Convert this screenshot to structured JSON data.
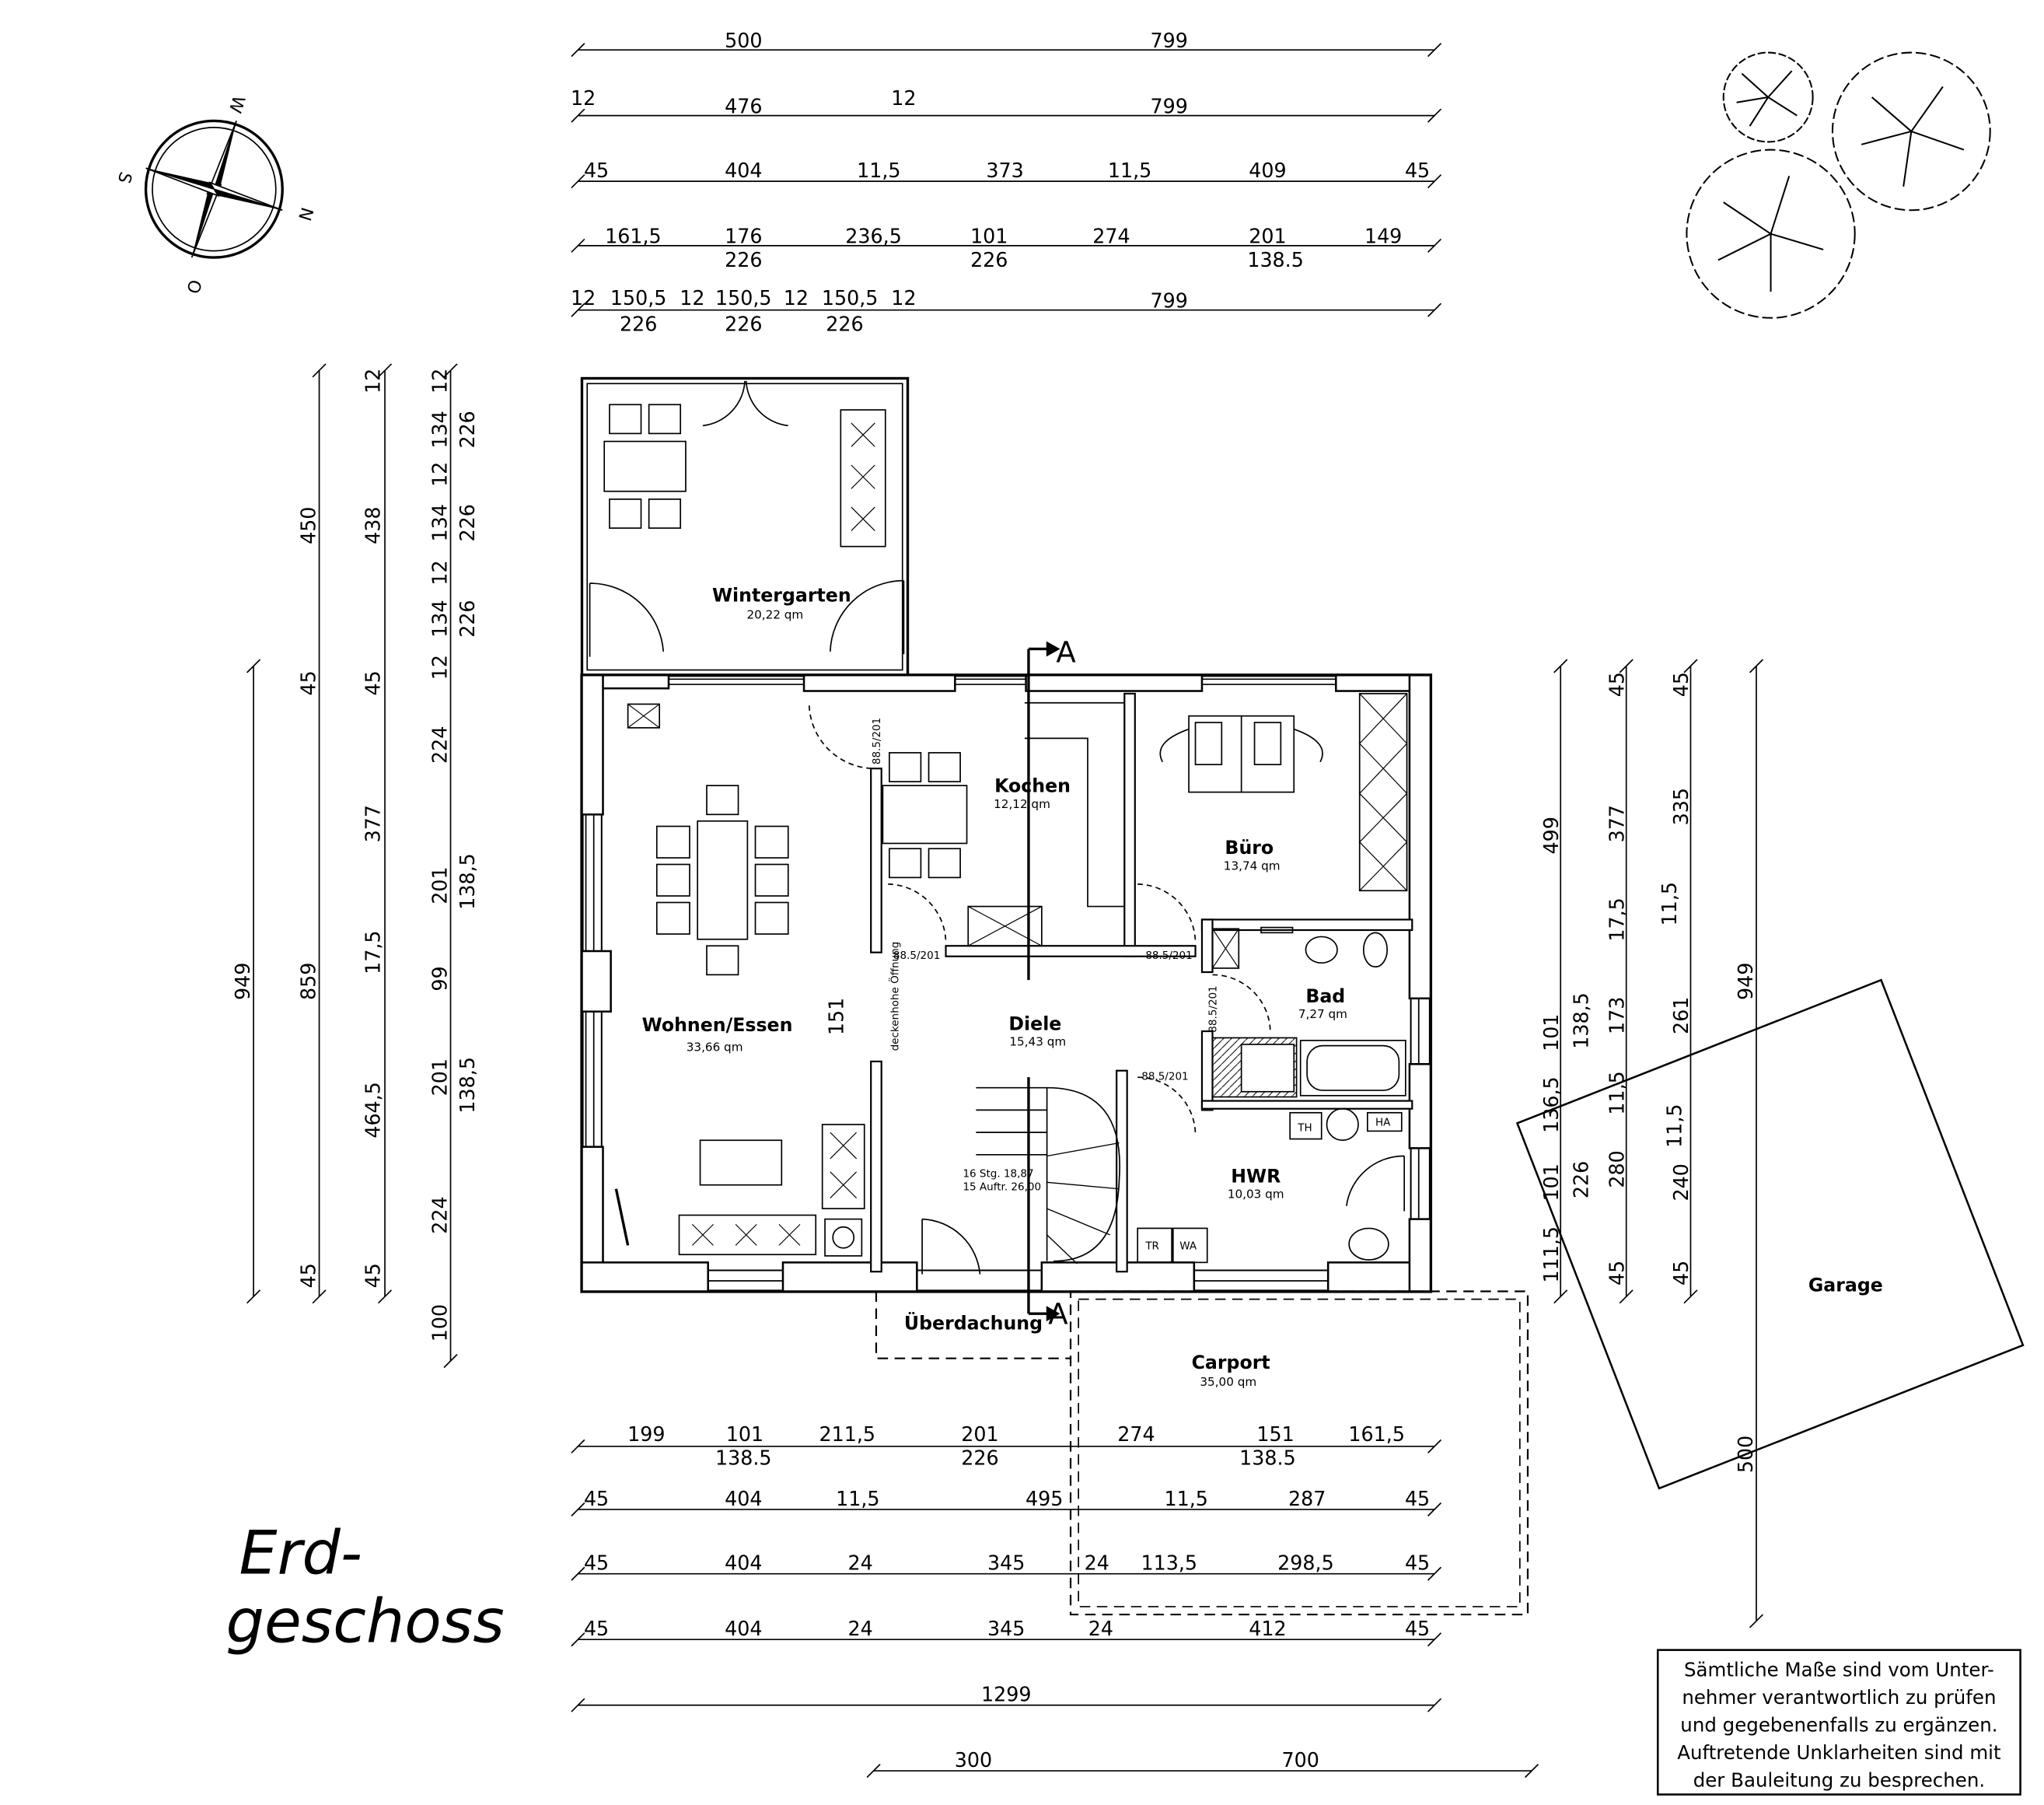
{
  "title": {
    "line1": "Erd-",
    "line2": "geschoss"
  },
  "compass": {
    "north": "N",
    "south": "S",
    "east": "O",
    "west": "W"
  },
  "note": [
    "Sämtliche Maße sind vom Unter-",
    "nehmer verantwortlich zu prüfen",
    "und gegebenenfalls zu ergänzen.",
    "Auftretende Unklarheiten sind mit",
    "der Bauleitung zu besprechen."
  ],
  "section_marker": "A",
  "rooms": {
    "wintergarten": {
      "name": "Wintergarten",
      "area": "20,22 qm"
    },
    "kochen": {
      "name": "Kochen",
      "area": "12,12 qm"
    },
    "buero": {
      "name": "Büro",
      "area": "13,74 qm"
    },
    "bad": {
      "name": "Bad",
      "area": "7,27 qm"
    },
    "wohnen": {
      "name": "Wohnen/Essen",
      "area": "33,66 qm"
    },
    "diele": {
      "name": "Diele",
      "area": "15,43 qm"
    },
    "hwr": {
      "name": "HWR",
      "area": "10,03 qm"
    },
    "carport": {
      "name": "Carport",
      "area": "35,00 qm"
    },
    "ueberdachung": {
      "name": "Überdachung"
    },
    "garage": {
      "name": "Garage"
    }
  },
  "labels": {
    "door_a": "88.5/201",
    "door_b": "88.5/201",
    "door_c": "88.5/201",
    "door_d": "88.5/201",
    "door_e": "88.5/201",
    "opening": "deckenhohe Öffnung",
    "opening_width": "151",
    "stairs_1": "16 Stg. 18,87",
    "stairs_2": "15 Auftr. 26,00",
    "th": "TH",
    "ha": "HA",
    "tr": "TR",
    "wa": "WA"
  },
  "dims_top": {
    "r1": [
      "500",
      "799"
    ],
    "r2": [
      "12",
      "476",
      "12",
      "799"
    ],
    "r3": [
      "45",
      "404",
      "11,5",
      "373",
      "11,5",
      "409",
      "45"
    ],
    "r4": [
      "161,5",
      "176",
      "226",
      "236,5",
      "101",
      "226",
      "274",
      "201",
      "138.5",
      "149"
    ],
    "r5": [
      "12",
      "150,5",
      "226",
      "12",
      "150,5",
      "226",
      "12",
      "150,5",
      "226",
      "12",
      "799"
    ]
  },
  "dims_bottom": {
    "r1": [
      "199",
      "101",
      "138.5",
      "211,5",
      "201",
      "226",
      "274",
      "151",
      "138.5",
      "161,5"
    ],
    "r2": [
      "45",
      "404",
      "11,5",
      "495",
      "11,5",
      "287",
      "45"
    ],
    "r3": [
      "45",
      "404",
      "24",
      "345",
      "24",
      "113,5",
      "298,5",
      "45"
    ],
    "r4": [
      "45",
      "404",
      "24",
      "345",
      "24",
      "412",
      "45"
    ],
    "total": "1299",
    "carport": [
      "300",
      "700"
    ]
  },
  "dims_left": {
    "c1": [
      "949"
    ],
    "c2": [
      "450",
      "45",
      "859",
      "45"
    ],
    "c3": [
      "12",
      "438",
      "45",
      "377",
      "17,5",
      "464,5",
      "45"
    ],
    "c4": [
      "12",
      "134",
      "12",
      "134",
      "12",
      "134",
      "12",
      "224",
      "201",
      "99",
      "201",
      "224",
      "100"
    ],
    "c5": [
      "226",
      "226",
      "226",
      "138,5",
      "138,5"
    ]
  },
  "dims_right": {
    "c1": [
      "499",
      "101",
      "136,5",
      "101",
      "111,5"
    ],
    "c1b": [
      "138,5",
      "226"
    ],
    "c2": [
      "45",
      "377",
      "17,5",
      "173",
      "11,5",
      "280",
      "45"
    ],
    "c3": [
      "45",
      "335",
      "11,5",
      "261",
      "11,5",
      "240",
      "45"
    ],
    "c4": [
      "949",
      "500"
    ]
  }
}
